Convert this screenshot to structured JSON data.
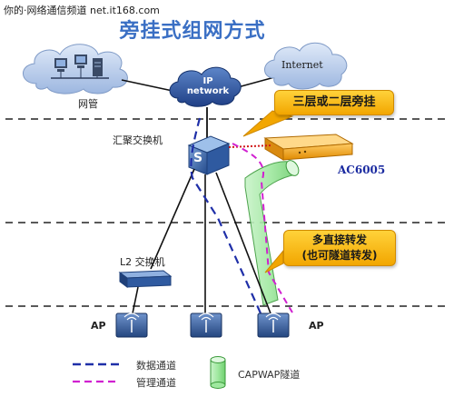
{
  "watermark": "你的·网络通信频道 net.it168.com",
  "title": "旁挂式组网方式",
  "nodes": {
    "nms": "网管",
    "ip_network": "IP network",
    "internet": "Internet",
    "aggregation_switch": "汇聚交换机",
    "switch_letter": "S",
    "ac": "AC6005",
    "l2_switch": "L2 交换机",
    "ap_left": "AP",
    "ap_right": "AP"
  },
  "callouts": {
    "side_mount": "三层或二层旁挂",
    "direct_forward_line1": "多直接转发",
    "direct_forward_line2": "(也可隧道转发)"
  },
  "legend": {
    "data_channel": "数据通道",
    "mgmt_channel": "管理通道",
    "capwap_tunnel": "CAPWAP隧道"
  },
  "colors": {
    "data_channel": "#1f2fa8",
    "mgmt_channel": "#d020d0",
    "tunnel": "#9fe89f",
    "callout": "#f7b800",
    "title": "#3a6fc4"
  }
}
